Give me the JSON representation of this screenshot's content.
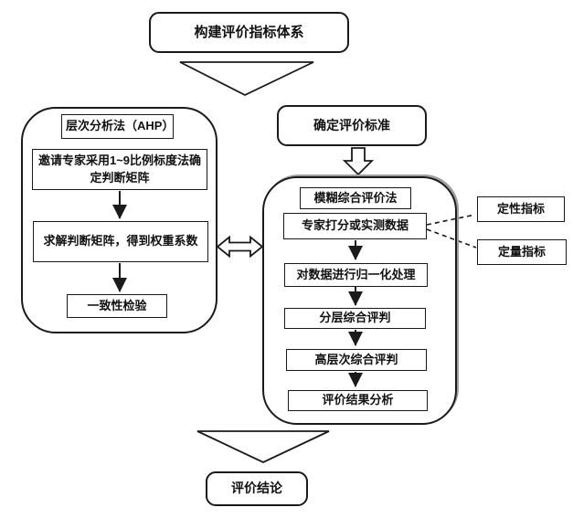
{
  "diagram": {
    "top_node": "构建评价指标体系",
    "ahp_panel": {
      "title": "层次分析法（AHP）",
      "step1": "邀请专家采用1~9比例标度法确定判断矩阵",
      "step2": "求解判断矩阵，得到权重系数",
      "step3": "一致性检验"
    },
    "standard_node": "确定评价标准",
    "fuzzy_panel": {
      "title": "模糊综合评价法",
      "step1": "专家打分或实测数据",
      "step2": "对数据进行归一化处理",
      "step3": "分层综合评判",
      "step4": "高层次综合评判",
      "step5": "评价结果分析"
    },
    "indicator_qualitative": "定性指标",
    "indicator_quantitative": "定量指标",
    "conclusion_node": "评价结论",
    "colors": {
      "stroke": "#1a1a1a",
      "background": "#ffffff",
      "panel_shadow": "#9e9e9e"
    }
  }
}
